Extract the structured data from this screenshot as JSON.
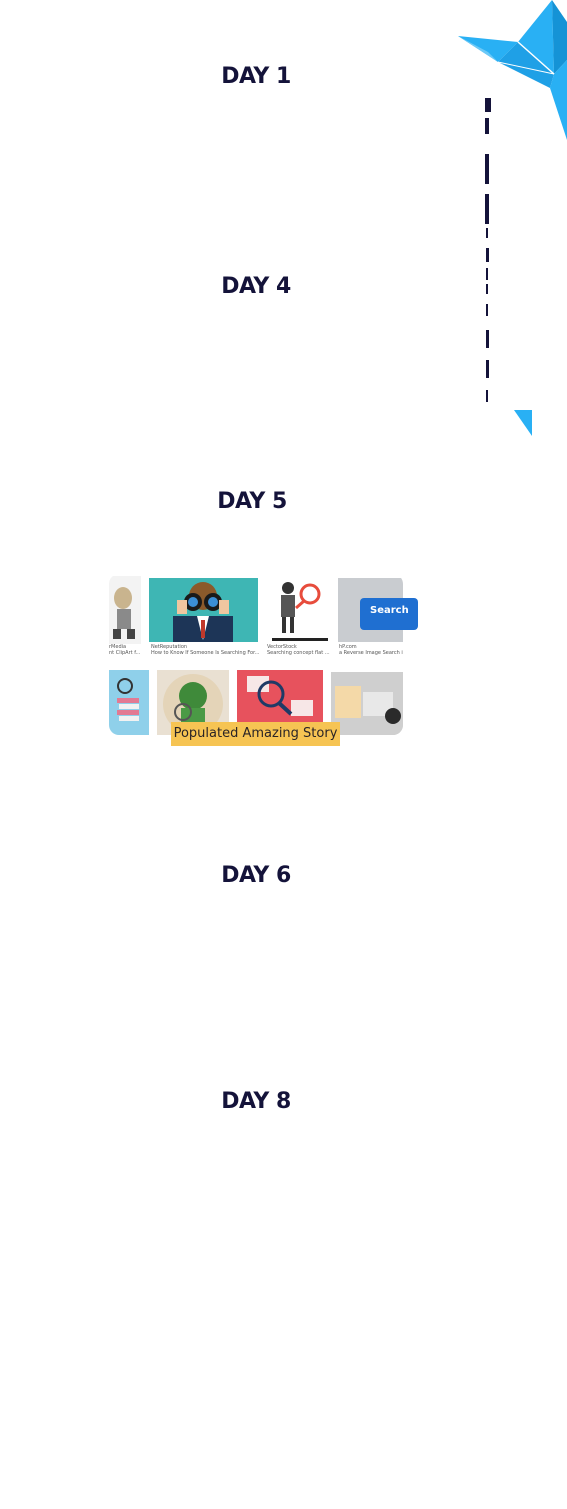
{
  "days": [
    {
      "label": "DAY 1"
    },
    {
      "label": "DAY 4"
    },
    {
      "label": "DAY 5"
    },
    {
      "label": "DAY 6"
    },
    {
      "label": "DAY 8"
    }
  ],
  "collage": {
    "captions": [
      {
        "source": "rMedia",
        "title": "nt ClipArt f..."
      },
      {
        "source": "NetReputation",
        "title": "How to Know If Someone Is Searching For..."
      },
      {
        "source": "VectorStock",
        "title": "Searching concept flat ..."
      },
      {
        "source": "hP.com",
        "title": "a Reverse Image Search in"
      }
    ],
    "search_key_label": "Search",
    "badge": "Populated Amazing Story"
  },
  "colors": {
    "heading": "#14133a",
    "logo_blue": "#29b0f4",
    "badge_bg": "#f6c453"
  },
  "icons": [
    "origami-bird-logo"
  ]
}
